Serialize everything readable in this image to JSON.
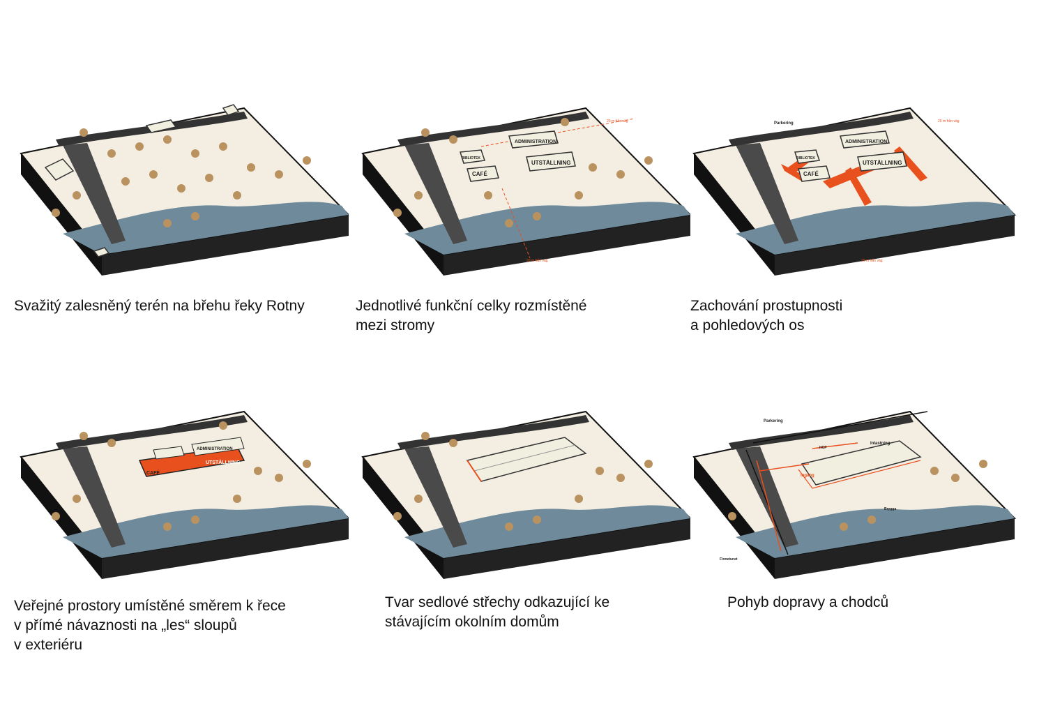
{
  "panels": [
    {
      "caption": [
        "Svažitý zalesněný terén na břehu řeky Rotny"
      ],
      "labels": []
    },
    {
      "caption": [
        "Jednotlivé funkční celky rozmístěné",
        "mezi stromy"
      ],
      "labels": [
        "ADMINISTRATION",
        "BIBLIOTEK",
        "UTSTÄLLNING",
        "CAFÉ",
        "20 m från väg",
        "20 m från väg"
      ]
    },
    {
      "caption": [
        "Zachování prostupnosti",
        "a pohledových os"
      ],
      "labels": [
        "Parkering",
        "ADMINISTRATION",
        "BIBLIOTEK",
        "UTSTÄLLNING",
        "CAFÉ",
        "20 m från väg",
        "20 m från väg"
      ]
    },
    {
      "caption": [
        "Veřejné prostory umístěné směrem k řece",
        "v přímé návaznosti na „les“ sloupů",
        "v exteriéru"
      ],
      "labels": [
        "ADMINISTRATION",
        "UTSTÄLLNING",
        "CAFÉ"
      ]
    },
    {
      "caption": [
        "Tvar sedlové střechy odkazující ke",
        "stávajícím okolním domům"
      ],
      "labels": []
    },
    {
      "caption": [
        "Pohyb dopravy a chodců"
      ],
      "labels": [
        "Parkering",
        "HCP",
        "Inlastning",
        "Ingång",
        "Brygga",
        "Finnetunet"
      ]
    }
  ],
  "colors": {
    "ground": "#f4eee2",
    "road": "#4a4a4a",
    "river": "#6f8b9b",
    "tree": "#b99260",
    "accent": "#e8501e",
    "building": "#f1efdf"
  }
}
